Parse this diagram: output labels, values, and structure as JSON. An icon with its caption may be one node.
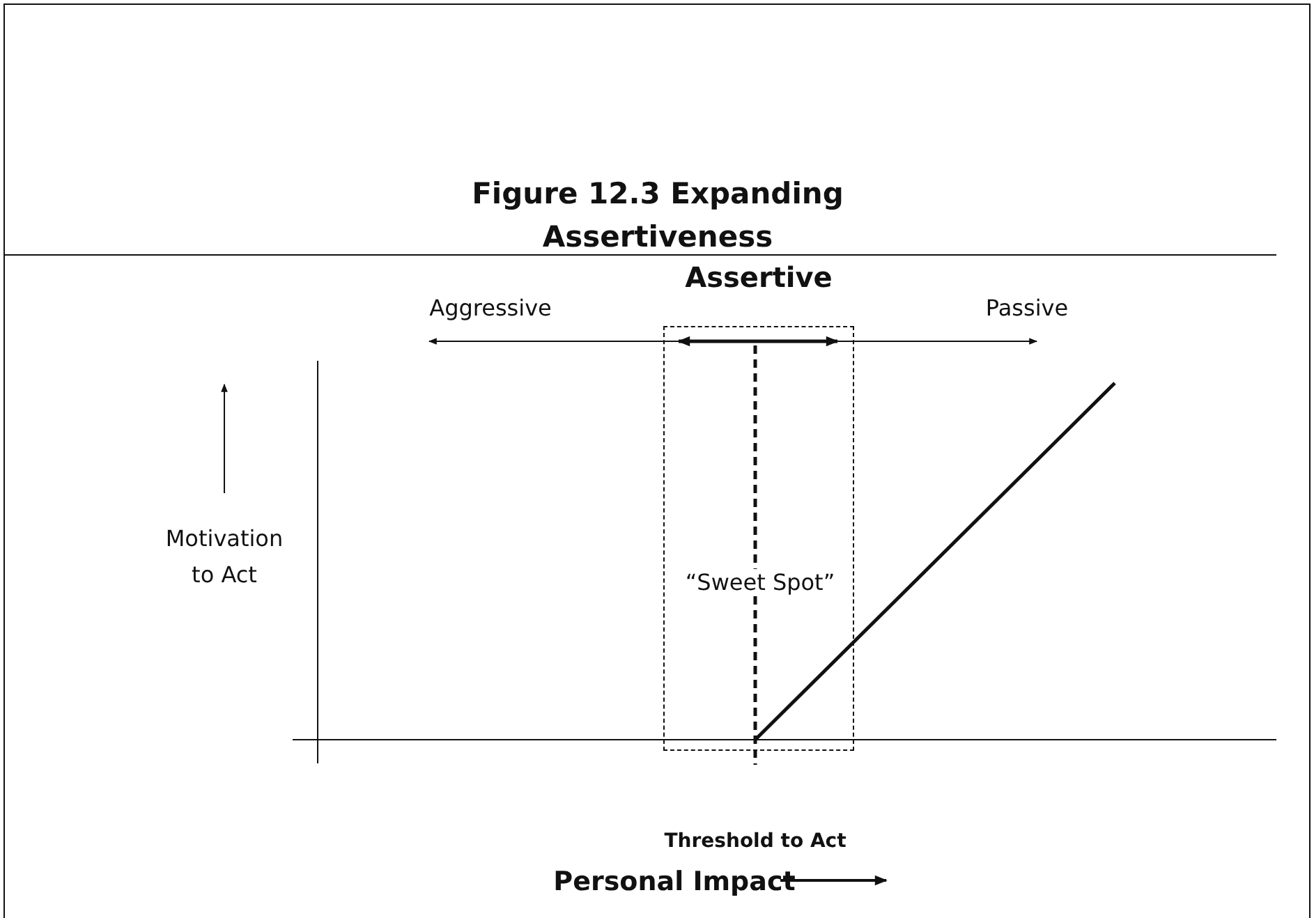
{
  "diagram": {
    "title": "Figure 12.3 Expanding Assertiveness",
    "nodes": [
      {
        "text": [
          "Assertive",
          "“Sweet Spot”"
        ]
      }
    ],
    "labels": [
      "Aggressive",
      "Passive",
      "Motivation to Act",
      "Threshold to Act",
      "Personal Impact"
    ]
  }
}
